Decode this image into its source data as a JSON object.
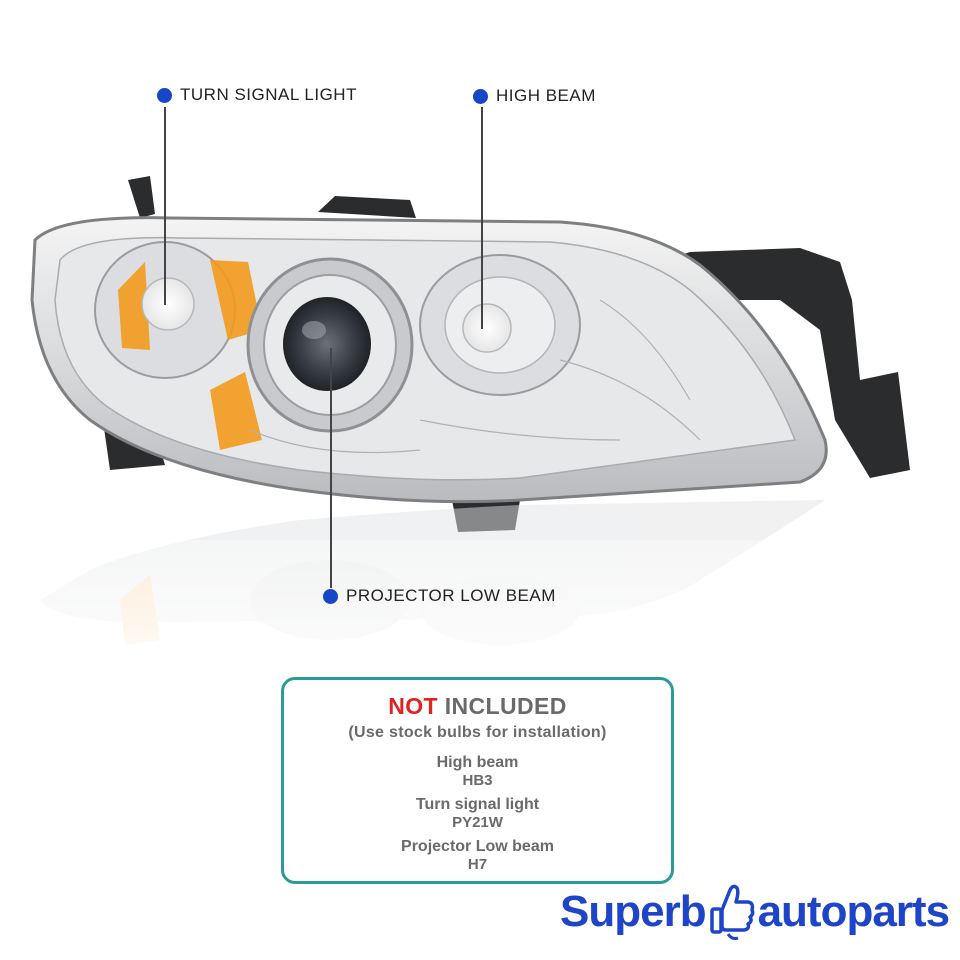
{
  "callouts": {
    "turn_signal": "TURN SIGNAL LIGHT",
    "high_beam": "HIGH BEAM",
    "projector_low_beam": "PROJECTOR LOW BEAM"
  },
  "bulb_info": {
    "title_highlight": "NOT",
    "title_rest": "INCLUDED",
    "subtitle": "(Use stock bulbs for installation)",
    "items": [
      {
        "name": "High beam",
        "code": "HB3"
      },
      {
        "name": "Turn signal light",
        "code": "PY21W"
      },
      {
        "name": "Projector Low beam",
        "code": "H7"
      }
    ]
  },
  "brand": {
    "part1": "Superb",
    "part2": "autoparts"
  },
  "colors": {
    "dot_blue": "#1747c7",
    "box_border": "#2a9b9a",
    "highlight_red": "#e02424",
    "brand_blue": "#1e44c8",
    "amber": "#f29a1c"
  },
  "icons": [
    "thumbs-up-icon"
  ]
}
